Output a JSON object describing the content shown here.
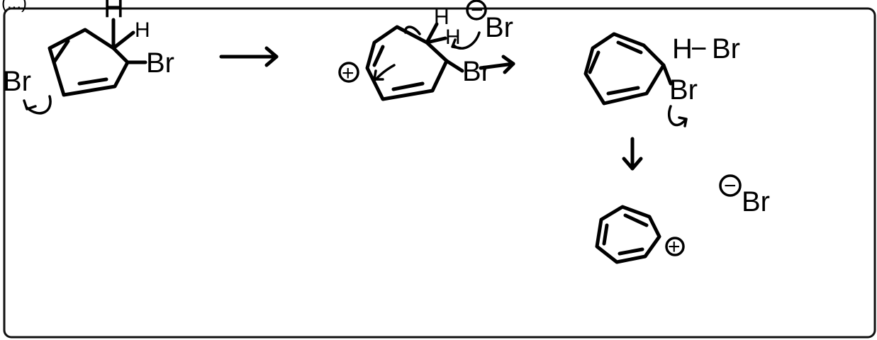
{
  "top_cut_text": "(...)",
  "step1": {
    "h_top": "H",
    "h_side": "H",
    "br_right": "Br",
    "br_left": "Br"
  },
  "step2": {
    "h_top": "H",
    "h_side": "H",
    "br_anion": "Br",
    "br_right": "Br",
    "minus_sign": "−",
    "plus_sign": "+"
  },
  "step3": {
    "hbr_h": "H",
    "hbr_dash": "−",
    "hbr_br": "Br",
    "br_on_ring": "Br"
  },
  "product": {
    "plus_sign": "+",
    "minus_sign": "−",
    "br_anion": "Br"
  }
}
